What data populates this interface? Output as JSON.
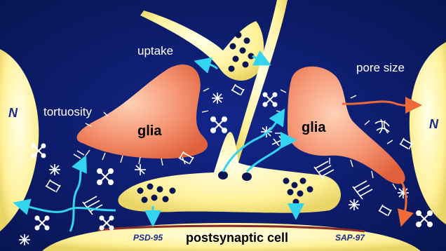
{
  "labels": {
    "uptake": "uptake",
    "pore_size": "pore size",
    "tortuosity": "tortuosity",
    "nucleus_left": "N",
    "nucleus_right": "N",
    "glia_left": "glia",
    "glia_right": "glia",
    "psd95": "PSD-95",
    "postsynaptic": "postsynaptic cell",
    "sap97": "SAP-97"
  },
  "colors": {
    "background": "#0b1a5e",
    "cell_yellow": "#fff6a8",
    "glia_orange": "#f0805e",
    "arrow_cyan": "#33d4f0",
    "arrow_orange": "#ee6a3a",
    "vesicle": "#0a1450"
  }
}
